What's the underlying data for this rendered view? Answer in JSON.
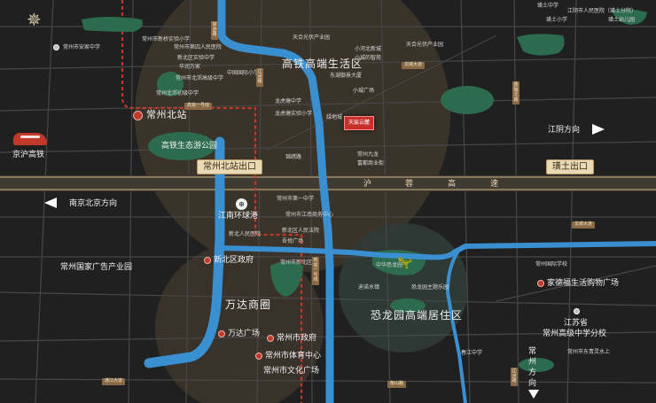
{
  "colors": {
    "background": "#1d1d1d",
    "road_line": "#4a4a4a",
    "river": "#3a8fd0",
    "green": "#2f6e50",
    "circle": "#3a342a",
    "rail": "#c0392b",
    "accent": "#c9302c",
    "expressway": "#b49b6e"
  },
  "icons": {
    "compass": "compass-rose-icon",
    "train": "high-speed-train-icon",
    "project": "project-marker",
    "dinosaur": "dinosaur-icon",
    "direction": "white-arrow-icon"
  },
  "districts": {
    "north_zone": "高铁高端生活区",
    "south_zone": "万达商圈",
    "east_zone": "恐龙园高端居住区"
  },
  "stations": {
    "changzhou_north": "常州北站",
    "north_exit": "常州北站出口",
    "jingtu_exit": "璜土出口",
    "park": "高铁生态游公园",
    "harbor": "江南环球港"
  },
  "directions": {
    "jinghu_rail": "京沪高铁",
    "nanjing_beijing": "南京北京方向",
    "jiangyin": "江阴方向",
    "changzhou_south": "常州方向"
  },
  "expressway": {
    "chars": [
      "沪",
      "蓉",
      "高",
      "速"
    ]
  },
  "project": {
    "name": "天宸云麓"
  },
  "major_poi": {
    "xinbei_gov": "新北区政府",
    "wanda_plaza": "万达广场",
    "city_gov": "常州市政府",
    "sports_center": "常州市体育中心",
    "culture_plaza": "常州市文化广场",
    "ad_park": "常州国家广告产业园",
    "jiade_mall": "家德福生活购物广场",
    "jiangsu_school_1": "江苏省",
    "jiangsu_school_2": "常州高级中学分校",
    "anjia_school": "常州市安家中学",
    "jiangyin_hospital": "江阴市人民医院（璜土分院）",
    "huangtu_middle": "璜土中学",
    "huangtu_primary": "璜土小学",
    "huangtu_kinder": "璜土幼儿园"
  },
  "small_poi": {
    "a1": "常州市新桥实验小学",
    "a2": "常州市第四人民医院",
    "a3": "新北区实验中学",
    "a4": "华润万家",
    "a5": "常州市北郊高级中学",
    "a6": "常州北郊初级中学",
    "b1": "天合光伏产业园",
    "b2": "小河北新城",
    "b3": "小城的智苑",
    "b4": "东湖御景大厦",
    "b5": "小城广场",
    "b6": "龙虎塘中学",
    "b7": "龙虎塘实验小学",
    "b8": "绿地城",
    "b9": "中国国际小学",
    "b10": "天合光伏产业园",
    "c1": "锦绣路",
    "c2": "常州九龙",
    "c3": "富都商业街",
    "c4": "常州市江南商务中心",
    "c5": "新北区人民法院",
    "c6": "吾悦广场",
    "c7": "常州市第一中学",
    "c8": "常州市新北区",
    "c9": "新北人民医院",
    "d1": "中华恐龙园",
    "d2": "迪诺水镇",
    "d3": "恐龙园主题乐园",
    "d4": "常州国际学校",
    "d5": "常州市东青灵水上",
    "d6": "春江中学"
  },
  "roads": {
    "r1": "通江大道",
    "r2": "衡山路",
    "r3": "龙城大道",
    "r4": "龙城大道",
    "r5": "晋陵北路",
    "r6": "辽河路",
    "r7": "辽河路",
    "r8": "常澄路",
    "r9": "高铁一号线",
    "r10": "地铁一号线"
  }
}
